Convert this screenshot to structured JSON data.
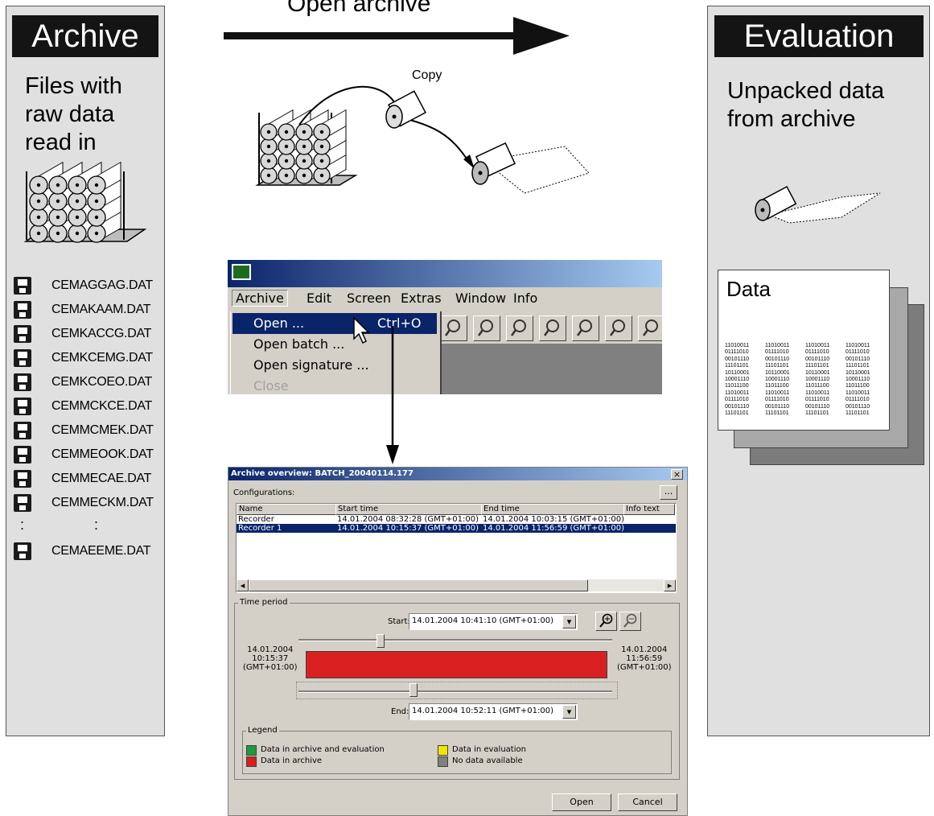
{
  "top_arrow": {
    "label": "Open archive"
  },
  "copy_label": "Copy",
  "archive_panel": {
    "title": "Archive",
    "description": "Files with\nraw data\nread in",
    "files": [
      "CEMAGGAG.DAT",
      "CEMAKAAM.DAT",
      "CEMKACCG.DAT",
      "CEMKCEMG.DAT",
      "CEMKCOEO.DAT",
      "CEMMCKCE.DAT",
      "CEMMCMEK.DAT",
      "CEMMEOOK.DAT",
      "CEMMECAE.DAT",
      "CEMMECKM.DAT"
    ],
    "ellipsis": ":",
    "last_file": "CEMAEEME.DAT"
  },
  "evaluation_panel": {
    "title": "Evaluation",
    "description": "Unpacked data\nfrom archive",
    "data_title": "Data",
    "bit_rows": [
      "11010011",
      "01111010",
      "00101110",
      "11101101",
      "10110001",
      "10001110",
      "11011100",
      "11010011",
      "01111010",
      "00101110",
      "11101101"
    ]
  },
  "app_window": {
    "menu": [
      "Archive",
      "Edit",
      "Screen",
      "Extras",
      "Window",
      "Info"
    ],
    "dropdown": [
      {
        "label": "Open ...",
        "shortcut": "Ctrl+O"
      },
      {
        "label": "Open batch ...",
        "shortcut": ""
      },
      {
        "label": "Open signature ...",
        "shortcut": ""
      },
      {
        "label": "Close",
        "shortcut": ""
      }
    ]
  },
  "dialog": {
    "title": "Archive overview: BATCH_20040114.177",
    "close_symbol": "×",
    "configurations_label": "Configurations:",
    "browse_label": "...",
    "columns": [
      "Name",
      "Start time",
      "End time",
      "Info text"
    ],
    "rows": [
      {
        "name": "Recorder",
        "start": "14.01.2004 08:32:28 (GMT+01:00)",
        "end": "14.01.2004 10:03:15 (GMT+01:00)"
      },
      {
        "name": "Recorder 1",
        "start": "14.01.2004 10:15:37 (GMT+01:00)",
        "end": "14.01.2004 11:56:59 (GMT+01:00)"
      }
    ],
    "time_period_label": "Time period",
    "start_label": "Start:",
    "start_value": "14.01.2004 10:41:10   (GMT+01:00)",
    "end_label": "End:",
    "end_value": "14.01.2004 10:52:11   (GMT+01:00)",
    "range_left": "14.01.2004\n10:15:37\n(GMT+01:00)",
    "range_right": "14.01.2004\n11:56:59\n(GMT+01:00)",
    "legend_label": "Legend",
    "legend": [
      {
        "label": "Data in archive and evaluation",
        "color": "#1e9a3c"
      },
      {
        "label": "Data in archive",
        "color": "#d92020"
      },
      {
        "label": "Data in evaluation",
        "color": "#f2e600"
      },
      {
        "label": "No data available",
        "color": "#808080"
      }
    ],
    "open_button": "Open",
    "cancel_button": "Cancel"
  },
  "colors": {
    "panel_bg": "#e0e0e0",
    "header_bg": "#141414",
    "selection": "#0a246a",
    "timeline": "#d92020"
  }
}
